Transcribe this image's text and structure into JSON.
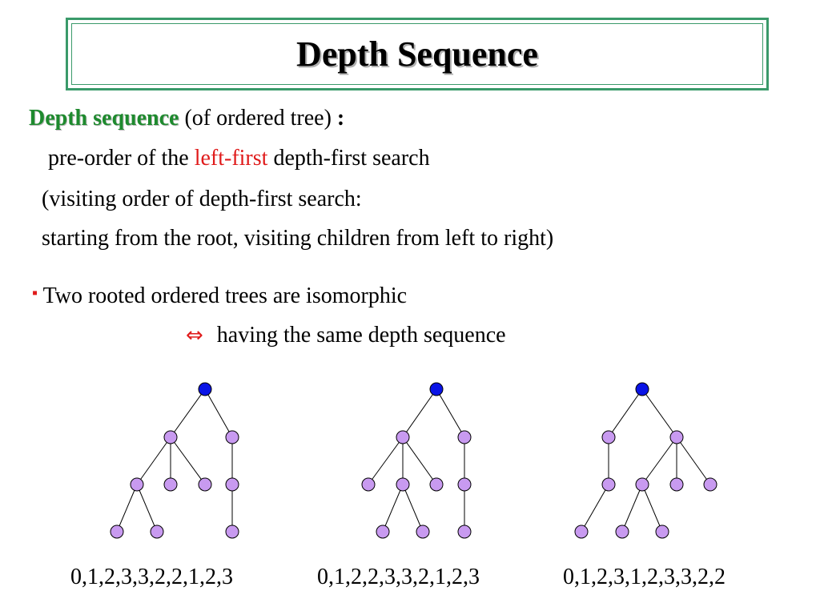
{
  "title": "Depth Sequence",
  "definition": {
    "term": "Depth sequence",
    "qualifier": " (of ordered tree) ",
    "colon": ":",
    "line1_before": "pre-order of the ",
    "line1_highlight": "left-first",
    "line1_after": " depth-first search",
    "line2": "(visiting order of depth-first search:",
    "line3": "starting from the root, visiting children from left to right)"
  },
  "theorem": {
    "bullet": "▪",
    "statement": "Two rooted ordered trees are isomorphic",
    "iff_symbol": "⇔",
    "condition": "having the same depth sequence"
  },
  "trees": [
    {
      "sequence": "0,1,2,3,3,2,2,1,2,3"
    },
    {
      "sequence": "0,1,2,2,3,3,2,1,2,3"
    },
    {
      "sequence": "0,1,2,3,1,2,3,3,2,2"
    }
  ],
  "colors": {
    "root_node": "#0a14e6",
    "node": "#c89af0",
    "edge": "#000000",
    "accent_green": "#1e8a2e",
    "accent_red": "#e01b1b",
    "frame": "#3a9a6a"
  }
}
